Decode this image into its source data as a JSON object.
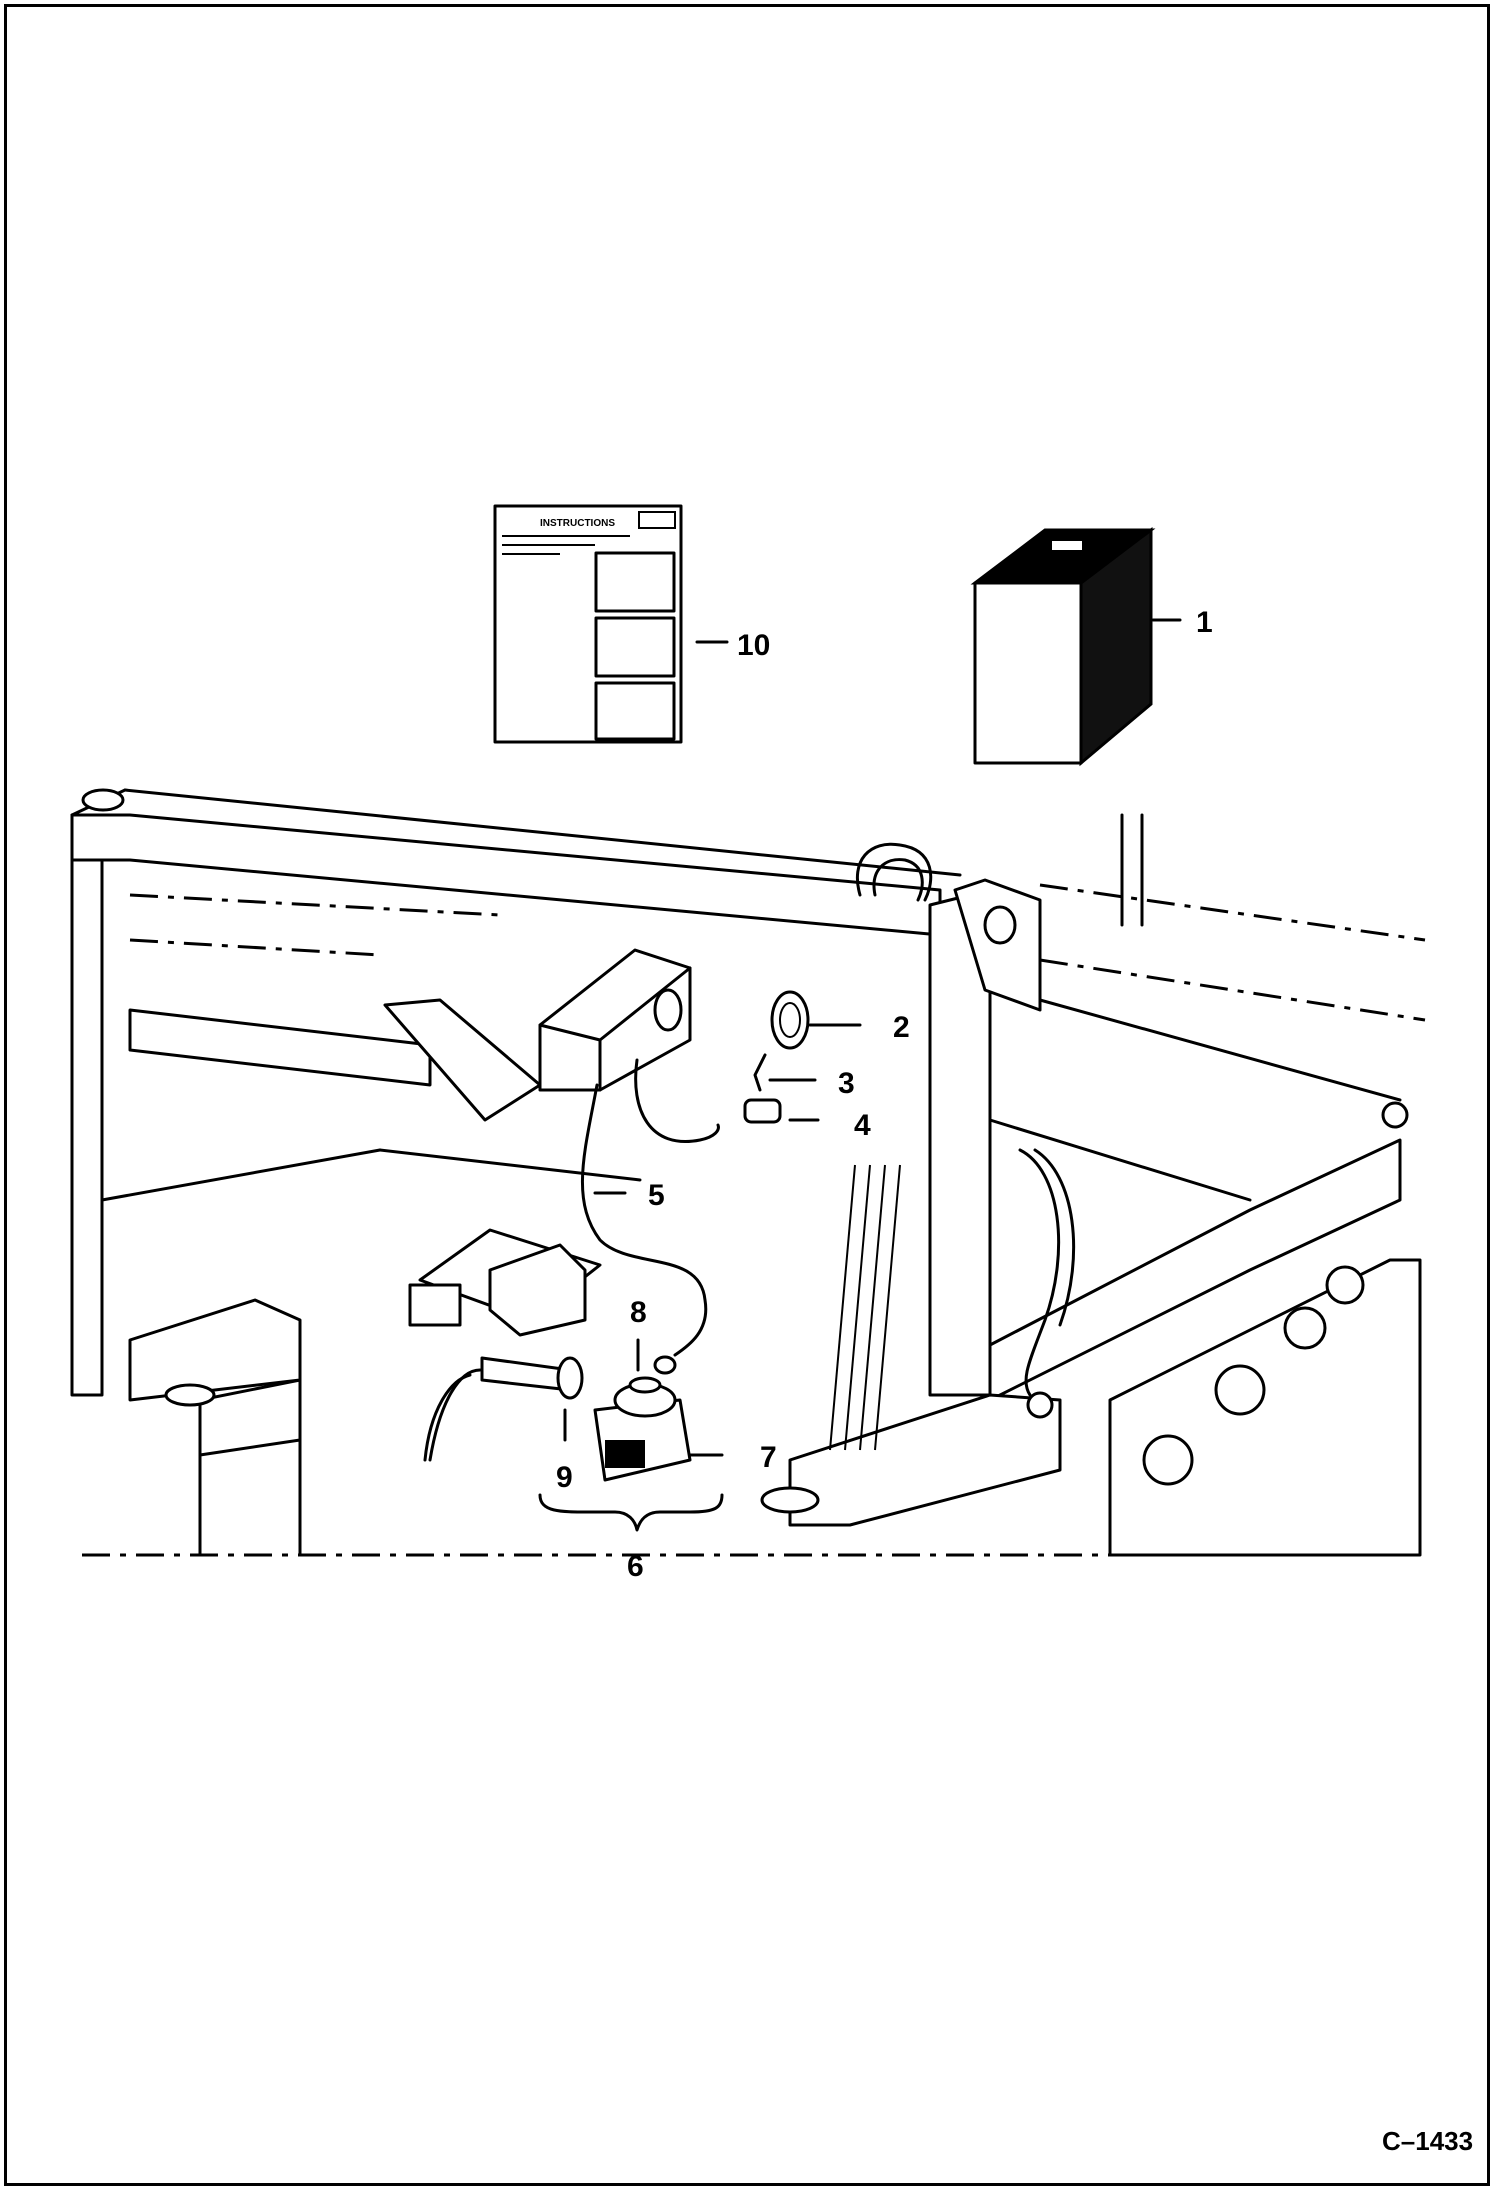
{
  "callouts": {
    "c1": "1",
    "c2": "2",
    "c3": "3",
    "c4": "4",
    "c5": "5",
    "c6": "6",
    "c7": "7",
    "c8": "8",
    "c9": "9",
    "c10": "10"
  },
  "instruction_sheet": {
    "heading": "INSTRUCTIONS"
  },
  "figure_code": "C–1433"
}
